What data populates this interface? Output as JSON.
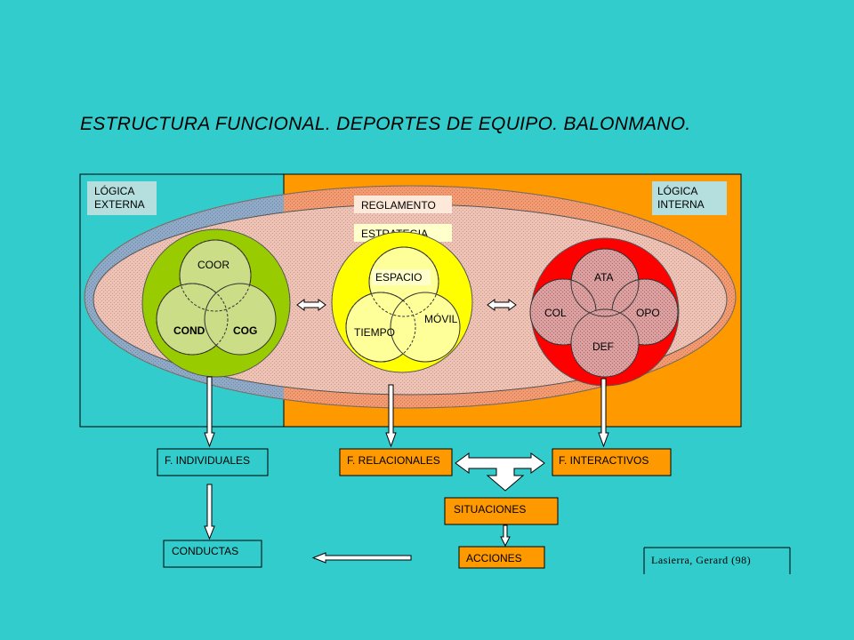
{
  "title": "ESTRUCTURA FUNCIONAL. DEPORTES DE EQUIPO. BALONMANO.",
  "logica_externa": [
    "LÓGICA",
    "EXTERNA"
  ],
  "logica_interna": [
    "LÓGICA",
    "INTERNA"
  ],
  "reglamento": "REGLAMENTO",
  "estrategia": "ESTRATEGIA",
  "green_group": {
    "top": "COOR",
    "left": "COND",
    "right": "COG"
  },
  "yellow_group": {
    "top": "ESPACIO",
    "left": "TIEMPO",
    "right": "MÓVIL"
  },
  "red_group": {
    "top": "ATA",
    "left": "COL",
    "right": "OPO",
    "bottom": "DEF"
  },
  "boxes": {
    "individuales": "F. INDIVIDUALES",
    "relacionales": "F. RELACIONALES",
    "interactivos": "F. INTERACTIVOS",
    "situaciones": "SITUACIONES",
    "acciones": "ACCIONES",
    "conductas": "CONDUCTAS"
  },
  "credit": "Lasierra, Gerard (98)",
  "colors": {
    "background": "#33cccc",
    "orange": "#ff9900",
    "green": "#99cc00",
    "yellow": "#ffff00",
    "red": "#ff0000"
  }
}
